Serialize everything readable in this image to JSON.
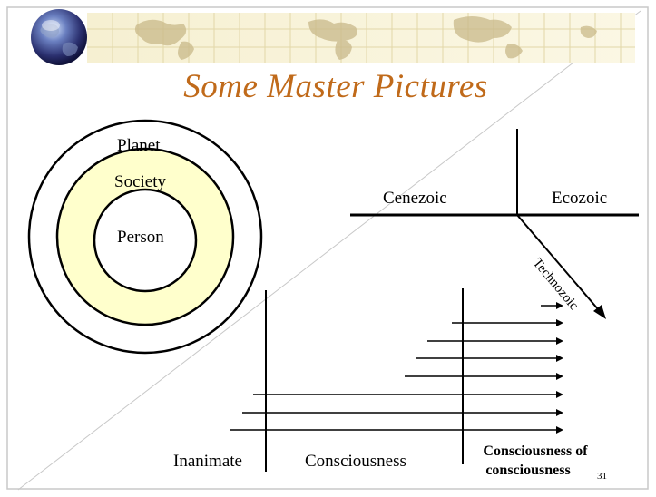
{
  "slide": {
    "title": "Some Master Pictures",
    "page_number": "31",
    "title_color": "#c06a1a",
    "banner_icon": "globe-icon"
  },
  "circles": {
    "outer_label": "Planet",
    "middle_label": "Society",
    "inner_label": "Person",
    "middle_fill": "#ffffcc"
  },
  "eras": {
    "left_label": "Cenezoic",
    "right_label": "Ecozoic",
    "diagonal_label": "Technozoic"
  },
  "stages": {
    "col1_label": "Inanimate",
    "col2_label": "Consciousness",
    "col3_label_line1": "Consciousness of",
    "col3_label_line2": "consciousness"
  }
}
